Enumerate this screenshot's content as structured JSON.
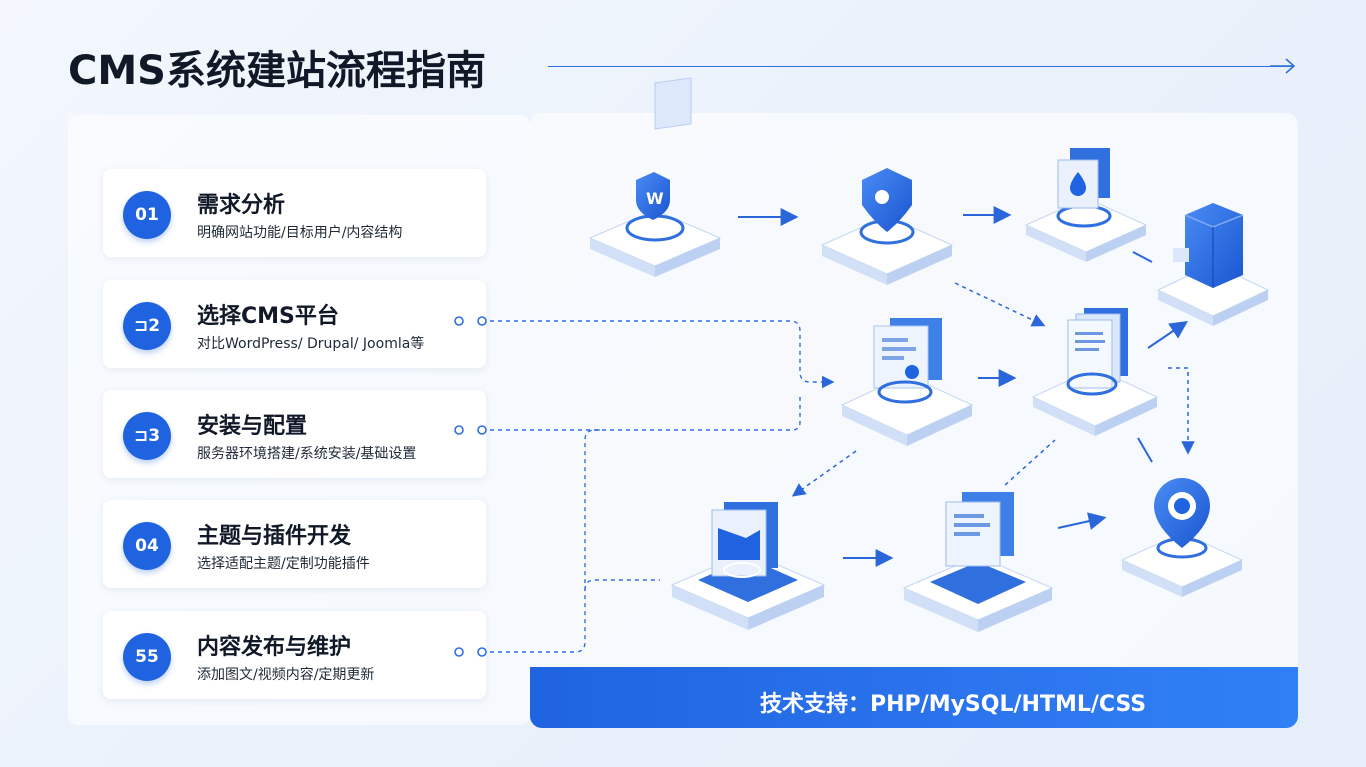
{
  "title": "CMS系统建站流程指南",
  "steps": [
    {
      "num": "01",
      "title": "需求分析",
      "desc": "明确网站功能/目标用户/内容结构"
    },
    {
      "num": "⊐2",
      "title": "选择CMS平台",
      "desc": "对比WordPress/ Drupal/ Joomla等"
    },
    {
      "num": "⊐3",
      "title": "安装与配置",
      "desc": "服务器环境搭建/系统安装/基础设置"
    },
    {
      "num": "04",
      "title": "主题与插件开发",
      "desc": "选择适配主题/定制功能插件"
    },
    {
      "num": "55",
      "title": "内容发布与维护",
      "desc": "添加图文/视频内容/定期更新"
    }
  ],
  "footer": {
    "text": "技术支持：PHP/MySQL/HTML/CSS"
  },
  "colors": {
    "accent": "#1f63e0",
    "title": "#111827",
    "line": "#2f6fde"
  },
  "icons": [
    "shield-w-icon",
    "location-pin-icon",
    "water-drop-panel-icon",
    "server-stack-icon",
    "dashboard-card-icon",
    "document-stack-icon",
    "browser-window-icon",
    "layout-panel-icon",
    "target-pin-icon"
  ]
}
